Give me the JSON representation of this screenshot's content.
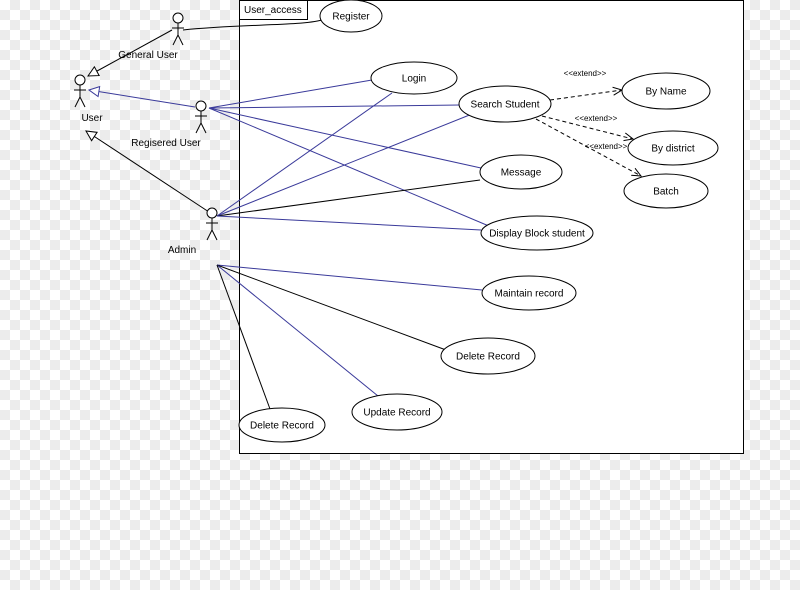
{
  "system": {
    "name": "User_access"
  },
  "actors": [
    {
      "id": "user",
      "label": "User"
    },
    {
      "id": "general",
      "label": "General User"
    },
    {
      "id": "registered",
      "label": "Regisered User"
    },
    {
      "id": "admin",
      "label": "Admin"
    }
  ],
  "use_cases": [
    {
      "id": "register",
      "label": "Register"
    },
    {
      "id": "login",
      "label": "Login"
    },
    {
      "id": "search",
      "label": "Search Student"
    },
    {
      "id": "byname",
      "label": "By Name"
    },
    {
      "id": "bydistrict",
      "label": "By district"
    },
    {
      "id": "batch",
      "label": "Batch"
    },
    {
      "id": "message",
      "label": "Message"
    },
    {
      "id": "display",
      "label": "Display Block student"
    },
    {
      "id": "maintain",
      "label": "Maintain record"
    },
    {
      "id": "delete1",
      "label": "Delete Record"
    },
    {
      "id": "update",
      "label": "Update Record"
    },
    {
      "id": "delete2",
      "label": "Delete Record"
    }
  ],
  "extend_label": "<<extend>>",
  "colors": {
    "association_black": "#000000",
    "association_blue": "#3a3a9a"
  }
}
